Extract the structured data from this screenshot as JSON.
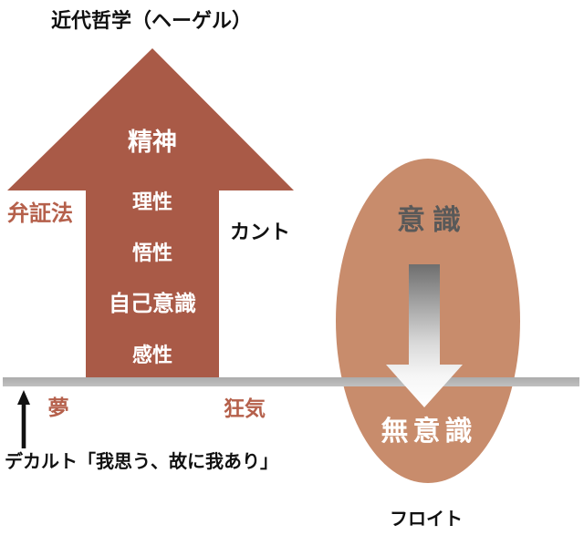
{
  "title": "近代哲学（ヘーゲル）",
  "hegel_arrow": {
    "name": "upward arrow of modern philosophy (Hegel)",
    "levels": [
      {
        "label": "精神"
      },
      {
        "label": "理性"
      },
      {
        "label": "悟性"
      },
      {
        "label": "自己意識"
      },
      {
        "label": "感性"
      }
    ]
  },
  "side_labels": {
    "dialectic": "弁証法",
    "kant": "カント"
  },
  "below_line": {
    "dream": "夢",
    "madness": "狂気"
  },
  "descartes_quote": "デカルト「我思う、故に我あり」",
  "freud_diagram": {
    "conscious": "意識",
    "unconscious": "無意識",
    "caption": "フロイト"
  },
  "colors": {
    "hegel_arrow_red": "#a95a47",
    "red_label_text": "#b5604b",
    "freud_ellipse": "#c88c6c",
    "divider_line_gray": "#b3b3b3",
    "conscious_text_gray": "#595959",
    "black_text": "#111111",
    "white_text": "#ffffff"
  }
}
